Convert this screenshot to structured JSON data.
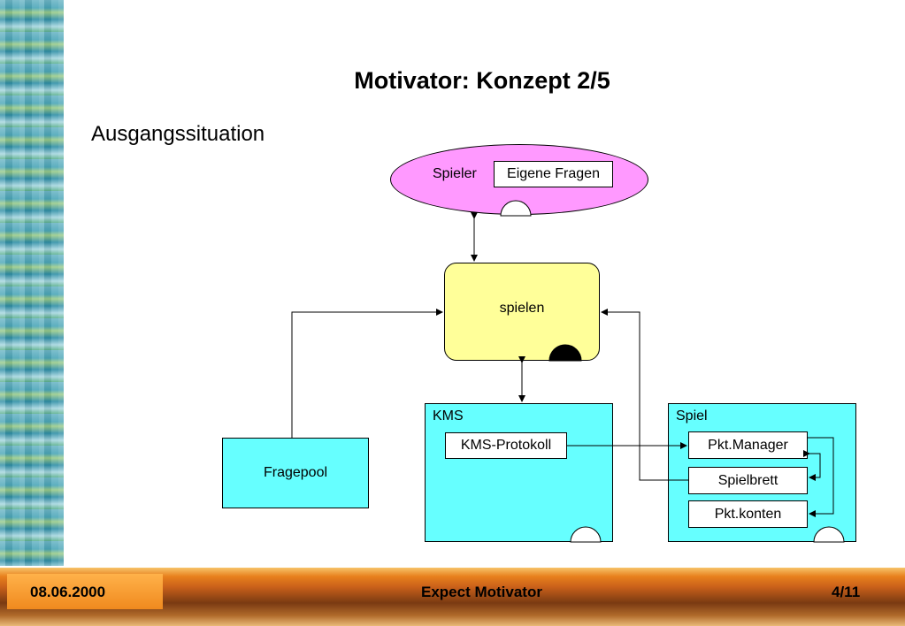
{
  "slide": {
    "title": "Motivator: Konzept 2/5",
    "subtitle": "Ausgangssituation"
  },
  "diagram": {
    "player": {
      "label": "Spieler",
      "inner_box": "Eigene Fragen"
    },
    "activity": {
      "label": "spielen"
    },
    "question_pool": {
      "label": "Fragepool"
    },
    "kms": {
      "label": "KMS",
      "inner_box": "KMS-Protokoll"
    },
    "game": {
      "label": "Spiel",
      "boxes": [
        "Pkt.Manager",
        "Spielbrett",
        "Pkt.konten"
      ]
    },
    "colors": {
      "player": "#ff99ff",
      "activity": "#ffff99",
      "containers": "#66ffff"
    }
  },
  "footer": {
    "date": "08.06.2000",
    "center": "Expect Motivator",
    "page": "4/11"
  }
}
